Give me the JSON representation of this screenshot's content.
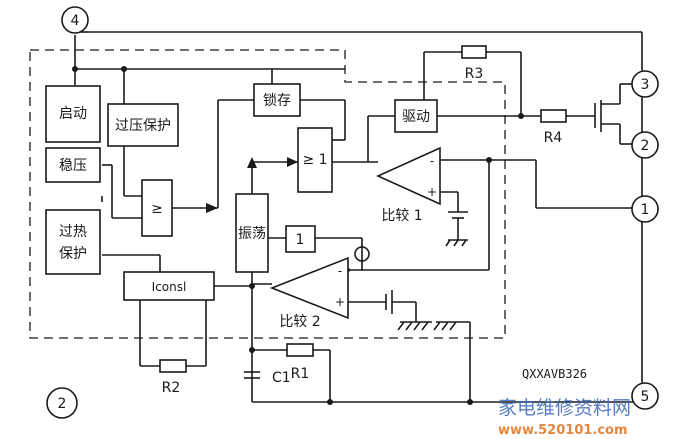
{
  "blocks": {
    "startup": "启动",
    "regulator": "稳压",
    "overvoltage": "过压保护",
    "overheat_line1": "过热",
    "overheat_line2": "保护",
    "latch": "锁存",
    "driver": "驱动",
    "comparator_ge": "≥",
    "comparator_ge1": "≥ 1",
    "oscillator": "振荡",
    "one_shot": "1",
    "iconst": "Iconsl"
  },
  "labels": {
    "comparator1": "比较 1",
    "comparator2": "比较 2",
    "r1": "R1",
    "r2": "R2",
    "r3": "R3",
    "r4": "R4",
    "c1": "C1",
    "plus": "+",
    "minus": "-"
  },
  "pins": {
    "p4": "4",
    "p3": "3",
    "p2": "2",
    "p1": "1",
    "p5": "5",
    "figure": "②"
  },
  "code": "QXXAVB326",
  "watermark": {
    "text": "家电维修资料网",
    "url": "www.520101.com"
  }
}
